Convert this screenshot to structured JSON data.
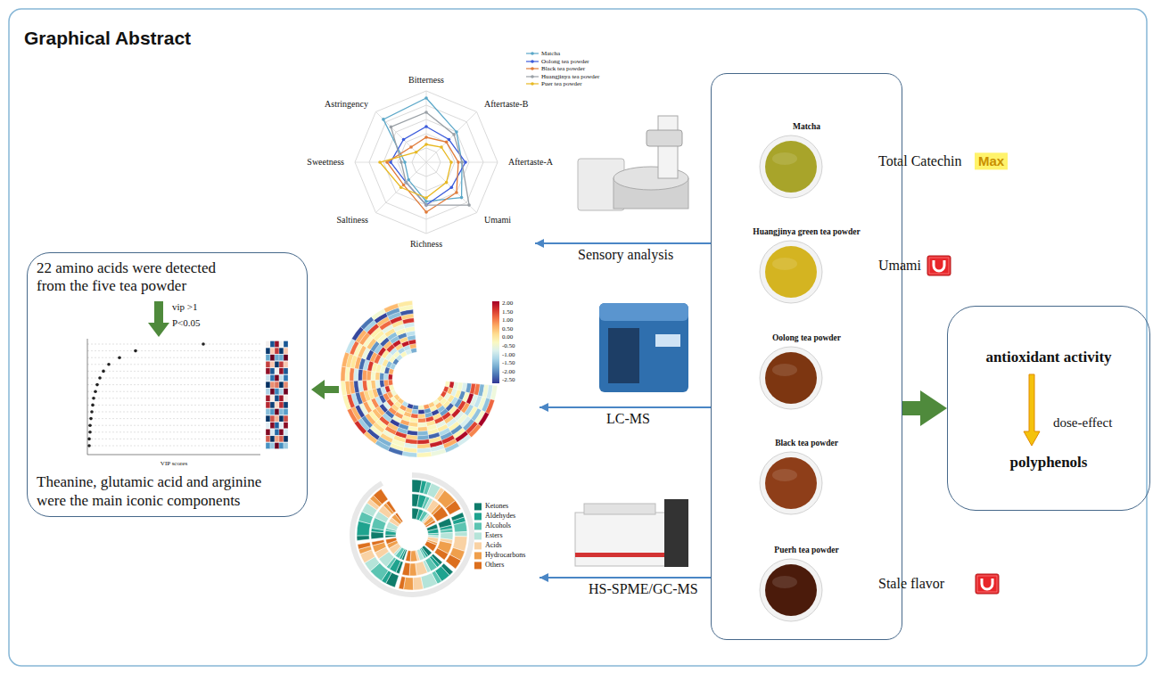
{
  "diagram": {
    "title": "Graphical Abstract",
    "nodes": [
      {
        "text": [
          "22 amino acids were detected from the five tea powder",
          "Theanine, glutamic acid and arginine were the main iconic components"
        ]
      },
      {
        "text": [
          "Matcha",
          "Huangjinya green tea powder",
          "Oolong tea powder",
          "Black tea powder",
          "Puerh tea powder"
        ]
      },
      {
        "text": [
          "antioxidant activity",
          "dose-effect",
          "polyphenols"
        ]
      },
      {
        "text": [
          "Sensory analysis"
        ]
      },
      {
        "text": [
          "LC-MS"
        ]
      },
      {
        "text": [
          "HS-SPME/GC-MS"
        ]
      }
    ],
    "edges": [
      {
        "from": 1,
        "to": 3,
        "arrow": "to"
      },
      {
        "from": 1,
        "to": 4,
        "arrow": "to"
      },
      {
        "from": 1,
        "to": 5,
        "arrow": "to"
      },
      {
        "from": 1,
        "to": 2,
        "arrow": "to"
      }
    ],
    "labels": [
      "Bitterness",
      "Aftertaste-B",
      "Aftertaste-A",
      "Umami",
      "Richness",
      "Saltiness",
      "Sweetness",
      "Astringency",
      "Total Catechin",
      "Max",
      "vip >1",
      "P<0.05",
      "2.00",
      "1.50",
      "1.00",
      "0.50",
      "0.00",
      "-0.50",
      "-1.00",
      "-1.50",
      "-2.00",
      "-2.50",
      "Umami",
      "VIP scores",
      "Stale flavor"
    ],
    "legend": [
      {
        "text": "Matcha"
      },
      {
        "text": "Oolong tea powder"
      },
      {
        "text": "Black tea powder"
      },
      {
        "text": "Huangjinya tea powder"
      },
      {
        "text": "Puer tea powder"
      },
      {
        "text": "Ketones",
        "color": "#0e7c6b"
      },
      {
        "text": "Aldehydes",
        "color": "#1fa38f"
      },
      {
        "text": "Alcohols",
        "color": "#5cc4b2"
      },
      {
        "text": "Esters",
        "color": "#b5e4d9"
      },
      {
        "text": "Acids",
        "color": "#f9d2a4"
      },
      {
        "text": "Hydrocarbons",
        "color": "#ef9f4c"
      },
      {
        "text": "Others",
        "color": "#dc6f1e"
      }
    ]
  }
}
